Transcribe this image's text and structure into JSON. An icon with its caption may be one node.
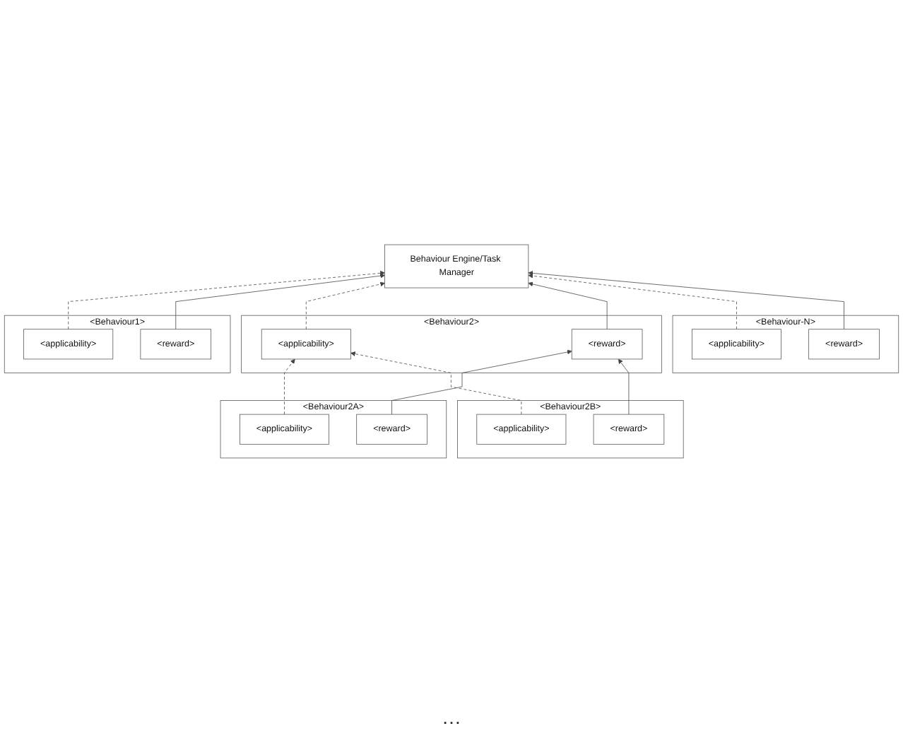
{
  "diagram": {
    "nodes": [
      {
        "text": [
          "Behaviour Engine/Task Manager"
        ]
      },
      {
        "text": [
          "<Behaviour1>"
        ]
      },
      {
        "text": [
          "<applicability>"
        ],
        "in": 1
      },
      {
        "text": [
          "<reward>"
        ],
        "in": 1
      },
      {
        "text": [
          "<Behaviour2>"
        ]
      },
      {
        "text": [
          "<applicability>"
        ],
        "in": 4
      },
      {
        "text": [
          "<reward>"
        ],
        "in": 4
      },
      {
        "text": [
          "<Behaviour-N>"
        ]
      },
      {
        "text": [
          "<applicability>"
        ],
        "in": 7
      },
      {
        "text": [
          "<reward>"
        ],
        "in": 7
      },
      {
        "text": [
          "<Behaviour2A>"
        ]
      },
      {
        "text": [
          "<applicability>"
        ],
        "in": 10
      },
      {
        "text": [
          "<reward>"
        ],
        "in": 10
      },
      {
        "text": [
          "<Behaviour2B>"
        ]
      },
      {
        "text": [
          "<applicability>"
        ],
        "in": 13
      },
      {
        "text": [
          "<reward>"
        ],
        "in": 13
      }
    ],
    "edges": [
      {
        "from": 2,
        "to": 0,
        "arrow": "to",
        "style": "dashed"
      },
      {
        "from": 3,
        "to": 0,
        "arrow": "to"
      },
      {
        "from": 5,
        "to": 0,
        "arrow": "to",
        "style": "dashed"
      },
      {
        "from": 6,
        "to": 0,
        "arrow": "to"
      },
      {
        "from": 8,
        "to": 0,
        "arrow": "to",
        "style": "dashed"
      },
      {
        "from": 9,
        "to": 0,
        "arrow": "to"
      },
      {
        "from": 11,
        "to": 5,
        "arrow": "to",
        "style": "dashed"
      },
      {
        "from": 14,
        "to": 5,
        "arrow": "to",
        "style": "dashed"
      },
      {
        "from": 12,
        "to": 6,
        "arrow": "to"
      },
      {
        "from": 15,
        "to": 6,
        "arrow": "to"
      }
    ],
    "labels": [
      "…"
    ]
  }
}
